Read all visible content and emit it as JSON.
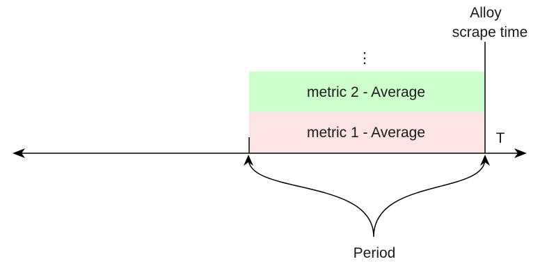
{
  "diagram": {
    "scrape_time_label_line1": "Alloy",
    "scrape_time_label_line2": "scrape time",
    "continuation_label": "⋮",
    "metric2_label": "metric 2 - Average",
    "metric1_label": "metric 1 - Average",
    "time_axis_label": "T",
    "period_label": "Period"
  },
  "colors": {
    "metric2_fill": "#ccffcc",
    "metric1_fill": "#fce4e4",
    "line": "#000000"
  }
}
